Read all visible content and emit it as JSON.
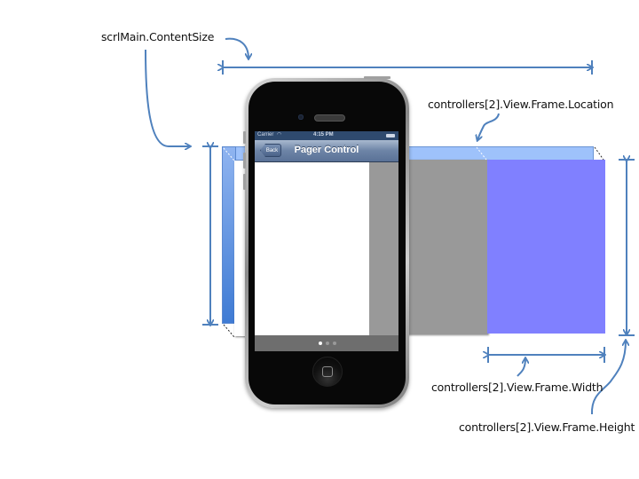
{
  "annotations": {
    "content_size": "scrlMain.ContentSize",
    "frame_location": "controllers[2].View.Frame.Location",
    "frame_width": "controllers[2].View.Frame.Width",
    "frame_height": "controllers[2].View.Frame.Height"
  },
  "phone": {
    "status_bar": {
      "carrier": "Carrier",
      "wifi_icon": "wifi-icon",
      "time": "4:15 PM",
      "battery_icon": "battery-icon"
    },
    "nav_bar": {
      "back_label": "Back",
      "title": "Pager Control"
    },
    "page_control": {
      "page_count": 3,
      "current_page": 1
    }
  },
  "colors": {
    "annotation_blue": "#4f81bd",
    "page_gray": "#999999",
    "page_purple": "#8080ff",
    "scroll_strip_blue": "#9ec2fb",
    "nav_bar": "#5a7297"
  }
}
